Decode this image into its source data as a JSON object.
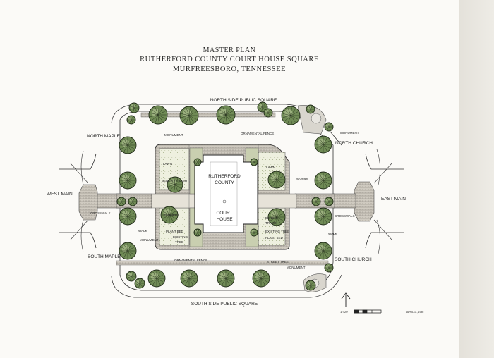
{
  "title": {
    "line1": "MASTER PLAN",
    "line2": "RUTHERFORD COUNTY COURT HOUSE SQUARE",
    "line3": "MURFREESBORO, TENNESSEE"
  },
  "streets": {
    "north": "NORTH SIDE PUBLIC SQUARE",
    "south": "SOUTH SIDE PUBLIC SQUARE",
    "west_main": "WEST MAIN",
    "east_main": "EAST MAIN",
    "north_maple": "NORTH MAPLE",
    "south_maple": "SOUTH MAPLE",
    "north_church": "NORTH CHURCH",
    "south_church": "SOUTH CHURCH"
  },
  "building": {
    "line1": "RUTHERFORD",
    "line2": "COUNTY",
    "line3": "COURT",
    "line4": "HOUSE"
  },
  "labels": {
    "monument": "MONUMENT",
    "ornamental_fence": "ORNAMENTAL FENCE",
    "lawn": "LAWN",
    "bench_trash": "BENCH + TRASH",
    "bench": "BENCH +",
    "trash": "TRASH",
    "flowers": "FLOWERS",
    "plant_bed": "PLANT BED",
    "existing": "EXISTING",
    "tree": "TREE",
    "existing_tree": "EXISTING TREE",
    "crosswalk": "CROSSWALK",
    "walk": "WALK",
    "pavers": "PAVERS",
    "street_tree": "STREET TREE"
  },
  "scale": {
    "text": "1\"=20'"
  },
  "date": "APRIL 11, 1986"
}
